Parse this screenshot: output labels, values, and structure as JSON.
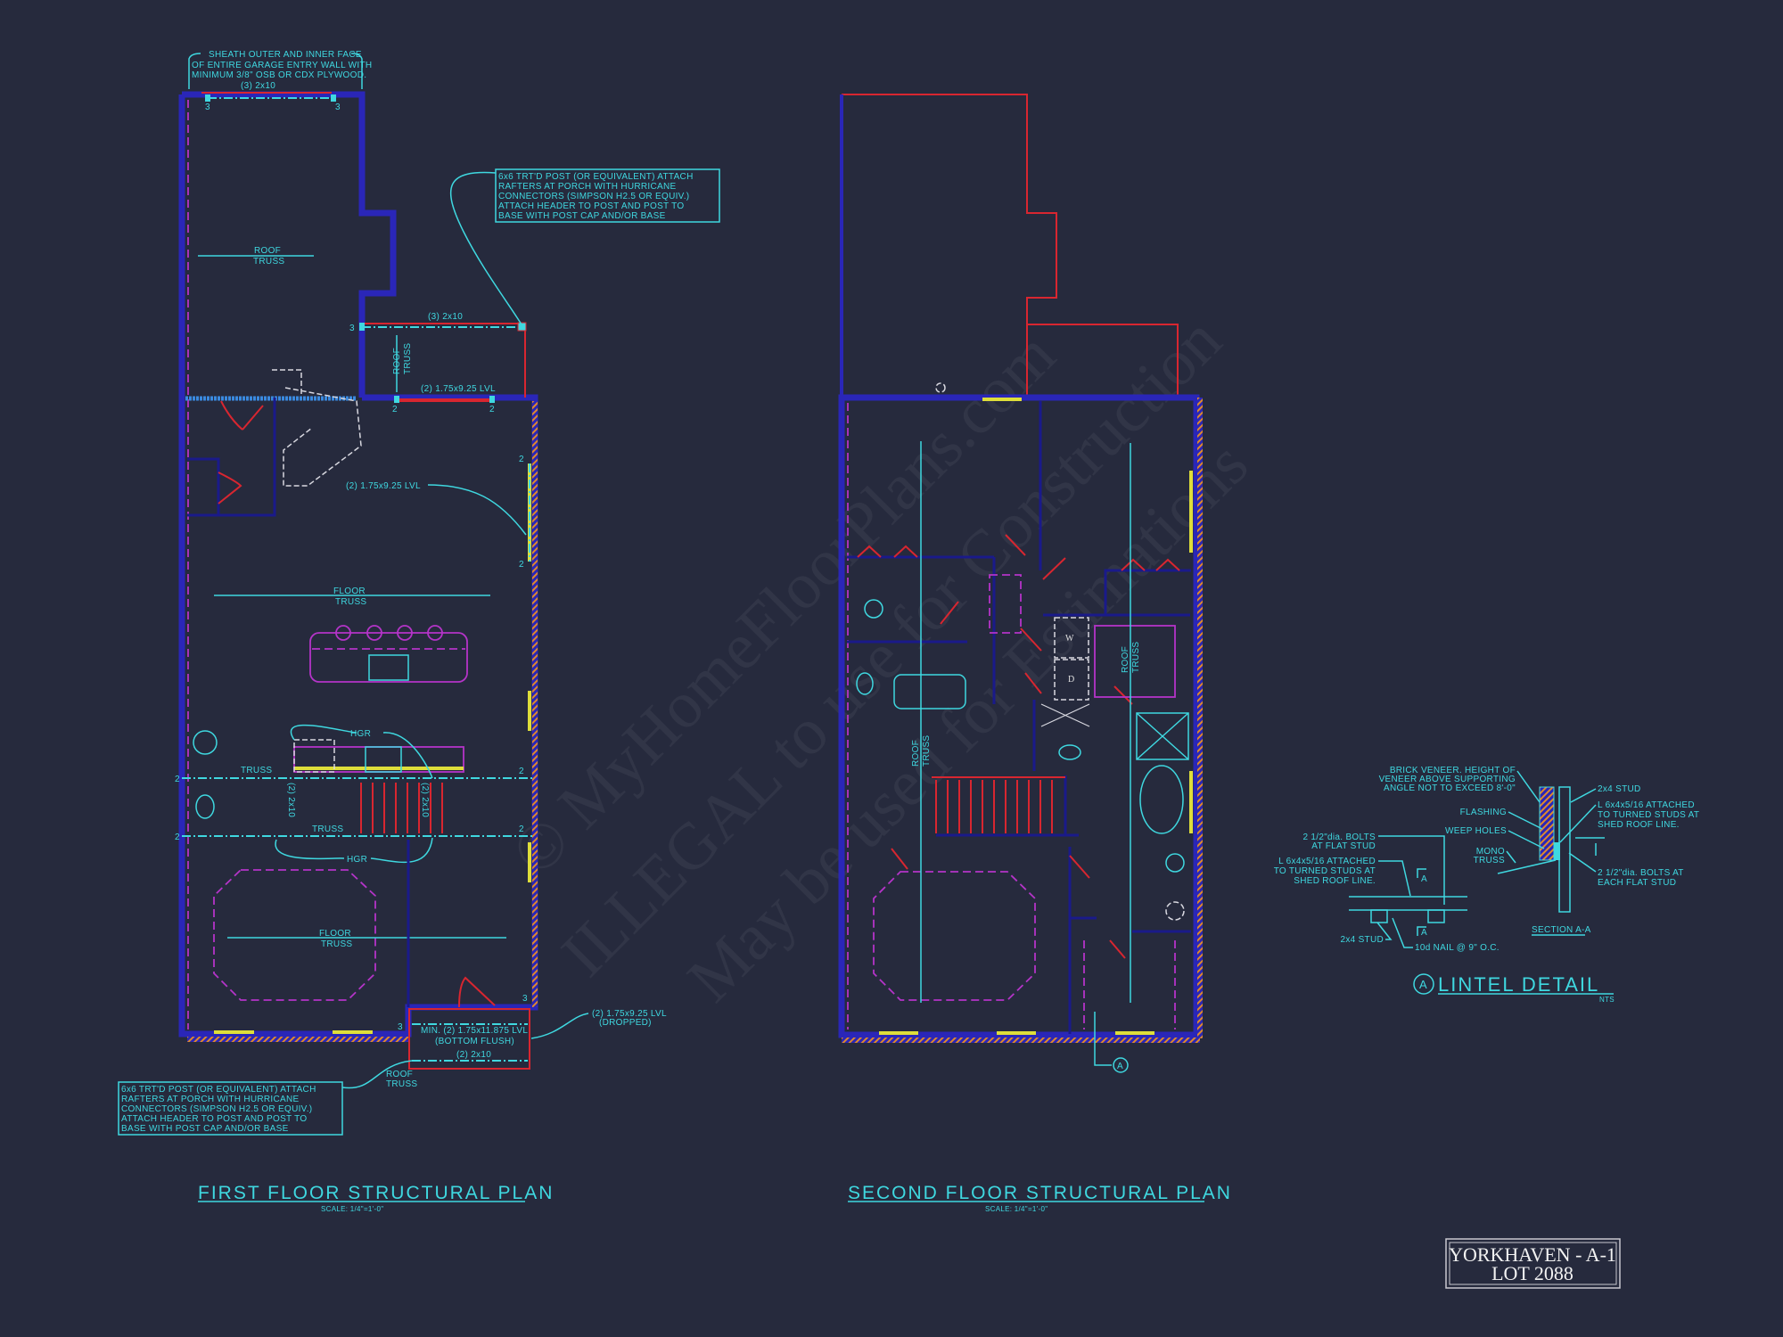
{
  "sheet": {
    "title_block": {
      "line1": "YORKHAVEN - A-1",
      "line2": "LOT 2088"
    },
    "watermark": {
      "line1": "© MyHomeFloorPlans.com",
      "line2": "ILLEGAL to use for Construction",
      "line3": "May be used for Estimations"
    },
    "colors": {
      "background": "#262a3d",
      "walls": "#2a26b8",
      "annotation": "#3fd8e0",
      "framing": "#d82630",
      "fixtures": "#b434c8",
      "windows": "#dede3a"
    }
  },
  "first_floor": {
    "title": "FIRST FLOOR STRUCTURAL PLAN",
    "scale": "SCALE: 1/4\"=1'-0\"",
    "garage_note": [
      "SHEATH OUTER AND INNER FACE",
      "OF ENTIRE GARAGE ENTRY WALL WITH",
      "MINIMUM 3/8\" OSB OR CDX PLYWOOD."
    ],
    "porch_note_top": [
      "6x6 TRT'D POST (OR EQUIVALENT) ATTACH",
      "RAFTERS AT PORCH WITH HURRICANE",
      "CONNECTORS (SIMPSON H2.5 OR EQUIV.)",
      "ATTACH HEADER TO POST AND POST TO",
      "BASE WITH POST CAP AND/OR BASE"
    ],
    "porch_note_bottom": [
      "6x6 TRT'D POST (OR EQUIVALENT) ATTACH",
      "RAFTERS AT PORCH WITH HURRICANE",
      "CONNECTORS (SIMPSON H2.5 OR EQUIV.)",
      "ATTACH HEADER TO POST AND POST TO",
      "BASE WITH POST CAP AND/OR BASE"
    ],
    "labels": {
      "garage_header": "(3) 2x10",
      "porch_header": "(3) 2x10",
      "lvl_top": "(2) 1.75x9.25 LVL",
      "lvl_side": "(2) 1.75x9.25 LVL",
      "roof": "ROOF",
      "truss": "TRUSS",
      "floor": "FLOOR",
      "hgr": "HGR",
      "hgr2": "HGR",
      "truss_a": "TRUSS",
      "truss_b": "TRUSS",
      "stair_beam_left": "(2) 2x10",
      "stair_beam_right": "(2) 2x10",
      "min_lvl": "MIN. (2) 1.75x11.875 LVL",
      "bottom_flush": "(BOTTOM FLUSH)",
      "porch_2x10": "(2) 2x10",
      "lvl_dropped": "(2) 1.75x9.25 LVL",
      "dropped": "(DROPPED)",
      "post_3": "3",
      "post_2": "2"
    }
  },
  "second_floor": {
    "title": "SECOND FLOOR STRUCTURAL PLAN",
    "scale": "SCALE: 1/4\"=1'-0\"",
    "labels": {
      "roof": "ROOF",
      "truss": "TRUSS",
      "washer": "W",
      "dryer": "D",
      "section_marker": "A"
    }
  },
  "lintel_detail": {
    "title": "LINTEL DETAIL",
    "marker": "A",
    "nts": "NTS",
    "section_title": "SECTION A-A",
    "brick_note": [
      "BRICK VENEER. HEIGHT OF",
      "VENEER ABOVE SUPPORTING",
      "ANGLE NOT TO EXCEED 8'-0\""
    ],
    "flashing": "FLASHING",
    "weep_holes": "WEEP HOLES",
    "mono_truss": [
      "MONO",
      "TRUSS"
    ],
    "stud_right": "2x4 STUD",
    "angle_right": [
      "L 6x4x5/16 ATTACHED",
      "TO TURNED STUDS AT",
      "SHED ROOF LINE."
    ],
    "bolts_right": [
      "2 1/2\"dia. BOLTS AT",
      "EACH FLAT STUD"
    ],
    "bolts_left": [
      "2 1/2\"dia. BOLTS",
      "AT FLAT STUD"
    ],
    "angle_left": [
      "L 6x4x5/16 ATTACHED",
      "TO TURNED STUDS AT",
      "SHED ROOF LINE."
    ],
    "stud_left": "2x4 STUD",
    "nail": "10d NAIL @ 9\" O.C.",
    "cut_mark": "A"
  }
}
